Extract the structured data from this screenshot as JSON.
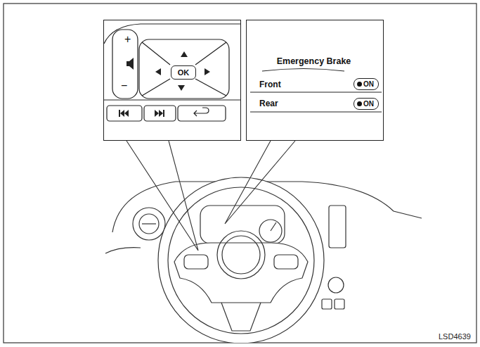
{
  "diagram": {
    "nodes": [
      {
        "text": [
          "+",
          "−"
        ]
      },
      {
        "text": [
          "OK"
        ],
        "in": 0
      },
      {
        "text": [
          "Emergency Brake",
          "Front",
          "Rear"
        ]
      },
      {
        "text": [
          "ON"
        ],
        "in": 2
      },
      {
        "text": [
          "ON"
        ],
        "in": 2
      }
    ],
    "labels": [
      "LSD4639"
    ]
  }
}
